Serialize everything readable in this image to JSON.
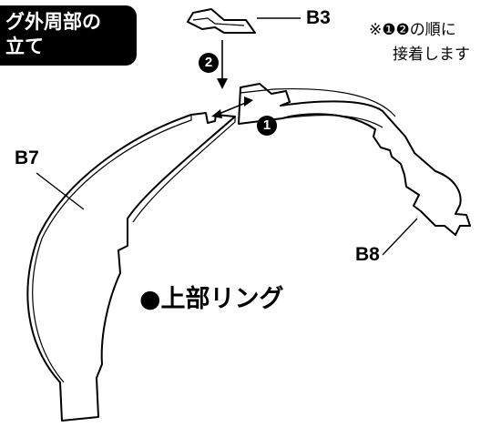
{
  "title": {
    "line1": "グ外周部の",
    "line2": "立て"
  },
  "note": {
    "line1": "※❶❷の順に",
    "line2": "接着します"
  },
  "parts": {
    "b3": "B3",
    "b7": "B7",
    "b8": "B8"
  },
  "steps": {
    "one": "1",
    "two": "2"
  },
  "section_label": "●上部リング"
}
